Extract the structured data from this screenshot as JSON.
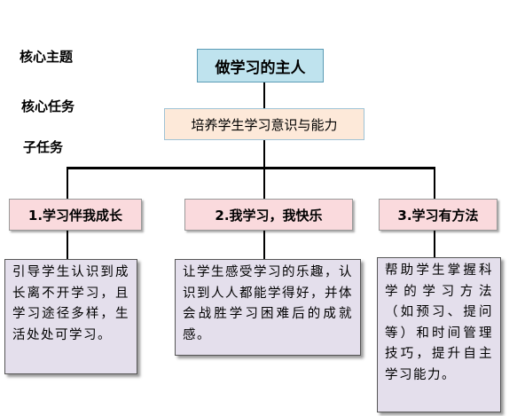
{
  "labels": {
    "core_theme": "核心主题",
    "core_task": "核心任务",
    "sub_task": "子任务"
  },
  "theme": "做学习的主人",
  "core_task": "培养学生学习意识与能力",
  "subtasks": [
    {
      "title": "1.学习伴我成长",
      "description": "引导学生认识到成长离不开学习，且学习途径多样，生活处处可学习。"
    },
    {
      "title": "2.我学习，我快乐",
      "description": "让学生感受学习的乐趣，认识到人人都能学得好，并体会战胜学习困难后的成就感。"
    },
    {
      "title": "3.学习有方法",
      "description": "帮助学生掌握科学的学习方法（如预习、提问等）和时间管理技巧，提升自主学习能力。"
    }
  ]
}
